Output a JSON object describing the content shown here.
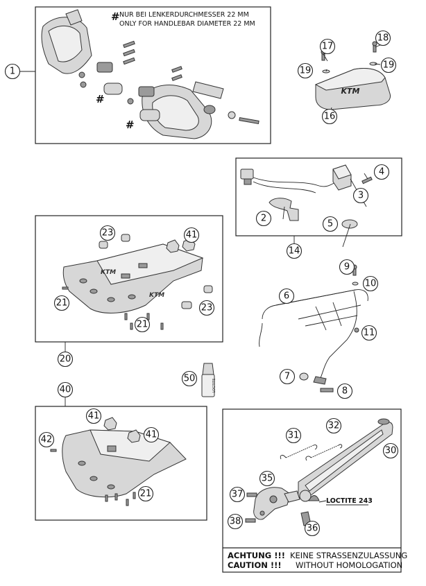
{
  "notes": {
    "hash_symbol": "#",
    "line_de": "NUR BEI LENKERDURCHMESSER 22 MM",
    "line_en": "ONLY FOR HANDLEBAR DIAMETER 22 MM"
  },
  "loctite_label": "LOCTITE 243",
  "bottle_label": "LOCTITE",
  "seat_logo": "KTM",
  "warning": {
    "de_label": "ACHTUNG !!!",
    "de_text": "KEINE STRASSENZULASSUNG",
    "en_label": "CAUTION !!!",
    "en_text": "WITHOUT HOMOLOGATION"
  },
  "callouts": {
    "c1": "1",
    "c2": "2",
    "c3": "3",
    "c4": "4",
    "c5": "5",
    "c6": "6",
    "c7": "7",
    "c8": "8",
    "c9": "9",
    "c10": "10",
    "c11": "11",
    "c14": "14",
    "c16": "16",
    "c17": "17",
    "c18": "18",
    "c19a": "19",
    "c19b": "19",
    "c20": "20",
    "c21a": "21",
    "c21b": "21",
    "c21c": "21",
    "c23a": "23",
    "c23b": "23",
    "c30": "30",
    "c31": "31",
    "c32": "32",
    "c35": "35",
    "c36": "36",
    "c37": "37",
    "c38": "38",
    "c40": "40",
    "c41a": "41",
    "c41b": "41",
    "c41c": "41",
    "c42": "42",
    "c50": "50"
  }
}
